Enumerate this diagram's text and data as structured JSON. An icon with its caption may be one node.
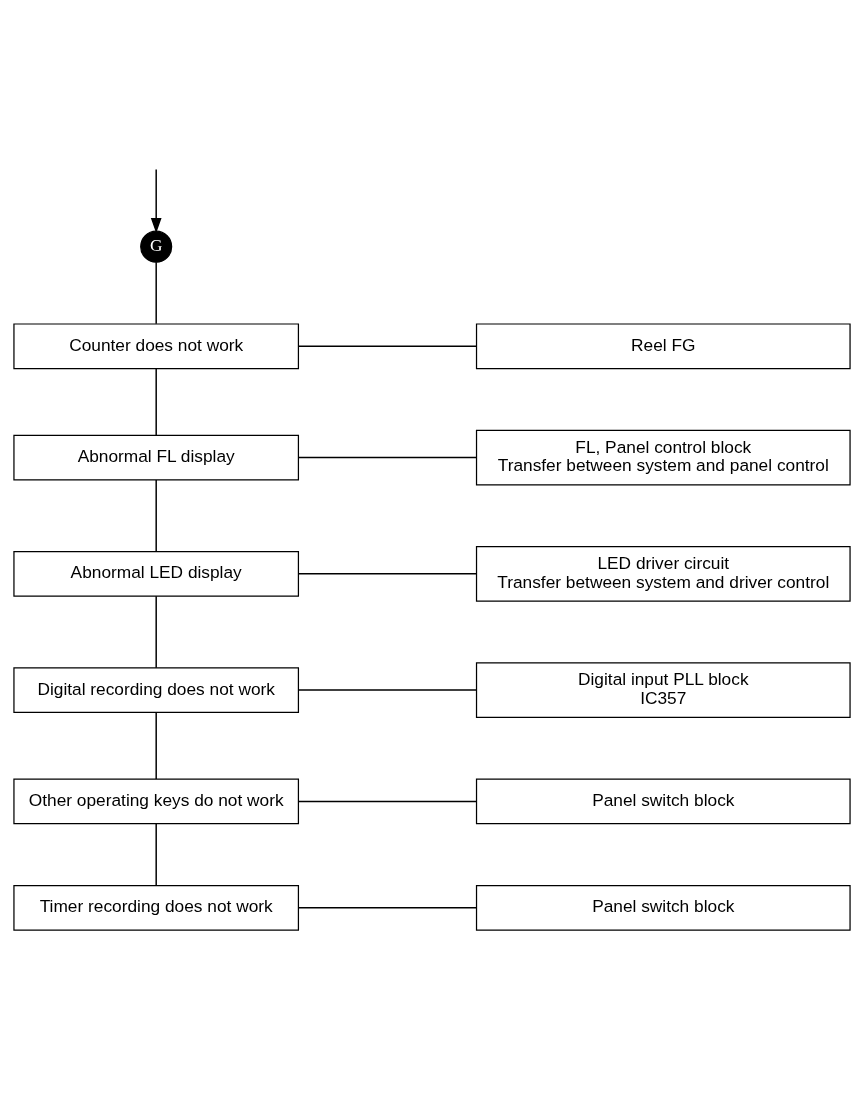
{
  "diagram": {
    "nodes": [
      {
        "text": [
          "G"
        ]
      },
      {
        "text": [
          "Counter does not work"
        ]
      },
      {
        "text": [
          "Reel FG"
        ]
      },
      {
        "text": [
          "Abnormal FL display"
        ]
      },
      {
        "text": [
          "FL, Panel control block",
          "Transfer between system and panel control"
        ]
      },
      {
        "text": [
          "Abnormal LED display"
        ]
      },
      {
        "text": [
          "LED driver circuit",
          "Transfer between system and driver control"
        ]
      },
      {
        "text": [
          "Digital recording does not work"
        ]
      },
      {
        "text": [
          "Digital input PLL block",
          "IC357"
        ]
      },
      {
        "text": [
          "Other operating keys do not work"
        ]
      },
      {
        "text": [
          "Panel switch block"
        ]
      },
      {
        "text": [
          "Timer recording does not work"
        ]
      },
      {
        "text": [
          "Panel switch block"
        ]
      }
    ],
    "edges": [
      {
        "from": null,
        "to": 0,
        "arrow": "to"
      },
      {
        "from": 0,
        "to": 1,
        "arrow": "none"
      },
      {
        "from": 1,
        "to": 2,
        "arrow": "none"
      },
      {
        "from": 1,
        "to": 3,
        "arrow": "none"
      },
      {
        "from": 3,
        "to": 4,
        "arrow": "none"
      },
      {
        "from": 3,
        "to": 5,
        "arrow": "none"
      },
      {
        "from": 5,
        "to": 6,
        "arrow": "none"
      },
      {
        "from": 5,
        "to": 7,
        "arrow": "none"
      },
      {
        "from": 7,
        "to": 8,
        "arrow": "none"
      },
      {
        "from": 7,
        "to": 9,
        "arrow": "none"
      },
      {
        "from": 9,
        "to": 10,
        "arrow": "none"
      },
      {
        "from": 9,
        "to": 11,
        "arrow": "none"
      },
      {
        "from": 11,
        "to": 12,
        "arrow": "none"
      }
    ]
  }
}
